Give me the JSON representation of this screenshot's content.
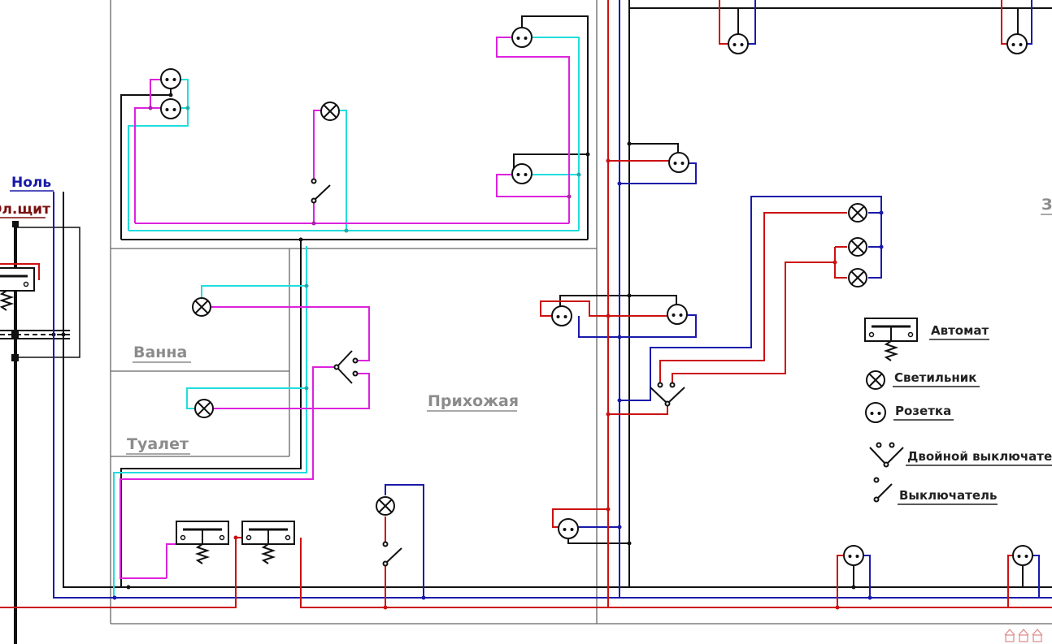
{
  "labels": {
    "neutral": "Ноль",
    "panel": "Эл.щит",
    "bathroom": "Ванна",
    "toilet": "Туалет",
    "hallway": "Прихожая",
    "room_right_partial": "З"
  },
  "legend": {
    "breaker": "Автомат",
    "lamp": "Светильник",
    "socket": "Розетка",
    "double_switch": "Двойной выключатель",
    "switch": "Выключатель"
  },
  "colors": {
    "phase": "#cc1111",
    "neutral": "#1a1aaa",
    "ground": "#111111",
    "switched": "#dd22dd",
    "neutral_light": "#22dddd",
    "walls": "#666666",
    "room_labels": "#8c8c8c",
    "side_labels_blue": "#1a1aaa",
    "side_labels_red": "#7a0f0f"
  }
}
